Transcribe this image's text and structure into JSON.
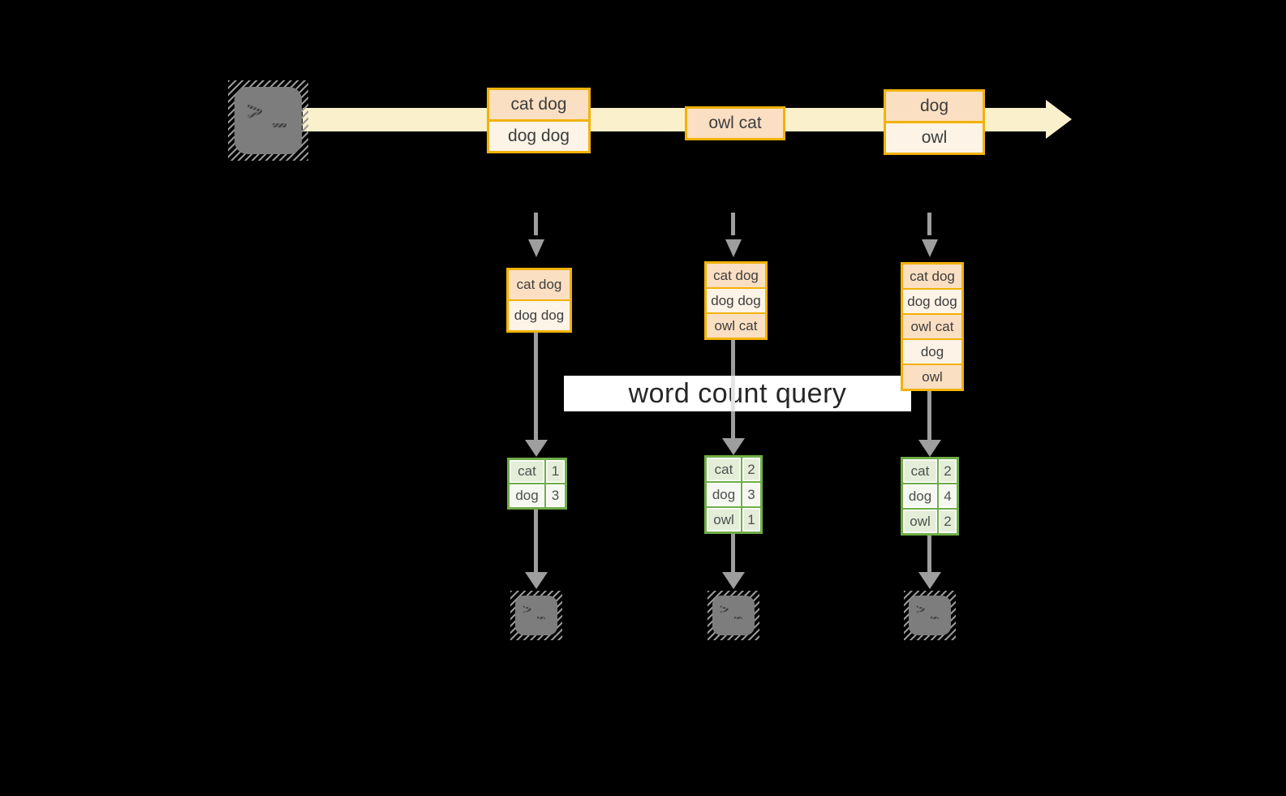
{
  "diagram": {
    "query_label": "word count query",
    "stream": {
      "events": [
        {
          "lines": [
            "cat dog",
            "dog dog"
          ]
        },
        {
          "lines": [
            "owl cat"
          ]
        },
        {
          "lines": [
            "dog",
            "owl"
          ]
        }
      ]
    },
    "batches": [
      {
        "lines": [
          "cat dog",
          "dog dog"
        ]
      },
      {
        "lines": [
          "cat dog",
          "dog dog",
          "owl cat"
        ]
      },
      {
        "lines": [
          "cat dog",
          "dog dog",
          "owl cat",
          "dog",
          "owl"
        ]
      }
    ],
    "counts": [
      {
        "rows": [
          {
            "word": "cat",
            "count": "1"
          },
          {
            "word": "dog",
            "count": "3"
          }
        ]
      },
      {
        "rows": [
          {
            "word": "cat",
            "count": "2"
          },
          {
            "word": "dog",
            "count": "3"
          },
          {
            "word": "owl",
            "count": "1"
          }
        ]
      },
      {
        "rows": [
          {
            "word": "cat",
            "count": "2"
          },
          {
            "word": "dog",
            "count": "4"
          },
          {
            "word": "owl",
            "count": "2"
          }
        ]
      }
    ],
    "colors": {
      "background": "#000000",
      "gold_border": "#f2b20a",
      "peach_dark": "#fbdfc2",
      "peach_light": "#fdf3e6",
      "stream_band": "#fbf0cc",
      "green_border": "#70ad47",
      "green_row_dark": "#e3edd8",
      "green_row_light": "#f4f8f0",
      "arrow_gray": "#9e9e9e",
      "terminal_gray": "#7d7d7d",
      "label_bg": "#ffffff"
    }
  }
}
